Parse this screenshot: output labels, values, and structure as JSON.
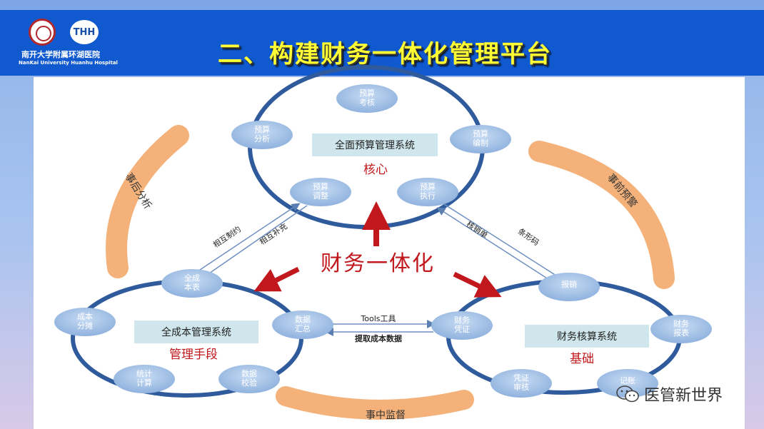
{
  "header": {
    "hospital_cn": "南开大学附属环湖医院",
    "hospital_en": "NanKai University Huanhu Hospital",
    "logo2_text": "THH",
    "title": "二、构建财务一体化管理平台"
  },
  "diagram": {
    "center_label": "财务一体化",
    "core": {
      "box": "全面预算管理系统",
      "role": "核心",
      "nodes": [
        "预算\n考核",
        "预算\n分析",
        "预算\n编制",
        "预算\n调整",
        "预算\n执行"
      ]
    },
    "left": {
      "box": "全成本管理系统",
      "role": "管理手段",
      "nodes": [
        "全成\n本表",
        "成本\n分摊",
        "数据\n汇总",
        "统计\n计算",
        "数据\n校验"
      ]
    },
    "right": {
      "box": "财务核算系统",
      "role": "基础",
      "nodes": [
        "报销",
        "财务\n凭证",
        "财务\n报表",
        "凭证\n审核",
        "记账"
      ]
    },
    "arcs": {
      "left": "事后分析",
      "right": "事前预警",
      "bottom": "事中监督"
    },
    "links": {
      "left_a": "相互制约",
      "left_b": "相互补充",
      "right_a": "核销单",
      "right_b": "条形码",
      "bottom_a": "Tools工具",
      "bottom_b": "提取成本数据"
    }
  },
  "watermark": "医管新世界"
}
